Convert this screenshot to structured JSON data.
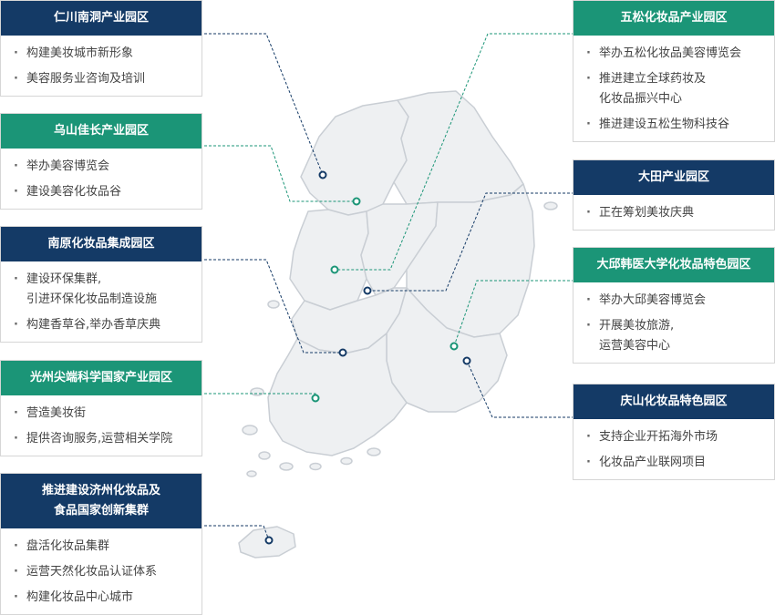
{
  "map": {
    "regions": [
      "gyeonggi",
      "gangwon",
      "chungbuk",
      "chungnam",
      "gyeongbuk",
      "jeonbuk",
      "jeonnam",
      "gyeongnam",
      "jeju"
    ],
    "colors": {
      "navy": "#143a66",
      "green": "#1b9577",
      "land": "#eef0f2",
      "border": "#c9ced4",
      "line_navy": "#143a66",
      "line_green": "#1b9577"
    }
  },
  "cards": {
    "incheon": {
      "title": "仁川南洞产业园区",
      "theme": "navy",
      "items": [
        [
          "构建美妆城市新形象"
        ],
        [
          "美容服务业咨询及培训"
        ]
      ]
    },
    "osan": {
      "title": "乌山佳长产业园区",
      "theme": "green",
      "items": [
        [
          "举办美容博览会"
        ],
        [
          "建设美容化妆品谷"
        ]
      ]
    },
    "namwon": {
      "title": "南原化妆品集成园区",
      "theme": "navy",
      "items": [
        [
          "建设环保集群,",
          "引进环保化妆品制造设施"
        ],
        [
          "构建香草谷,举办香草庆典"
        ]
      ]
    },
    "gwangju": {
      "title": "光州尖端科学国家产业园区",
      "theme": "green",
      "items": [
        [
          "营造美妆街"
        ],
        [
          "提供咨询服务,运营相关学院"
        ]
      ]
    },
    "jeju": {
      "title": "推进建设济州化妆品及食品国家创新集群",
      "title_lines": [
        "推进建设济州化妆品及",
        "食品国家创新集群"
      ],
      "theme": "navy",
      "items": [
        [
          "盘活化妆品集群"
        ],
        [
          "运营天然化妆品认证体系"
        ],
        [
          "构建化妆品中心城市"
        ]
      ]
    },
    "osong": {
      "title": "五松化妆品产业园区",
      "theme": "green",
      "items": [
        [
          "举办五松化妆品美容博览会"
        ],
        [
          "推进建立全球药妆及",
          "化妆品振兴中心"
        ],
        [
          "推进建设五松生物科技谷"
        ]
      ]
    },
    "daejeon": {
      "title": "大田产业园区",
      "theme": "navy",
      "items": [
        [
          "正在筹划美妆庆典"
        ]
      ]
    },
    "daegu": {
      "title": "大邱韩医大学化妆品特色园区",
      "theme": "green",
      "items": [
        [
          "举办大邱美容博览会"
        ],
        [
          "开展美妆旅游,",
          "运营美容中心"
        ]
      ]
    },
    "gyeongsan": {
      "title": "庆山化妆品特色园区",
      "theme": "navy",
      "items": [
        [
          "支持企业开拓海外市场"
        ],
        [
          "化妆品产业联网项目"
        ]
      ]
    }
  }
}
